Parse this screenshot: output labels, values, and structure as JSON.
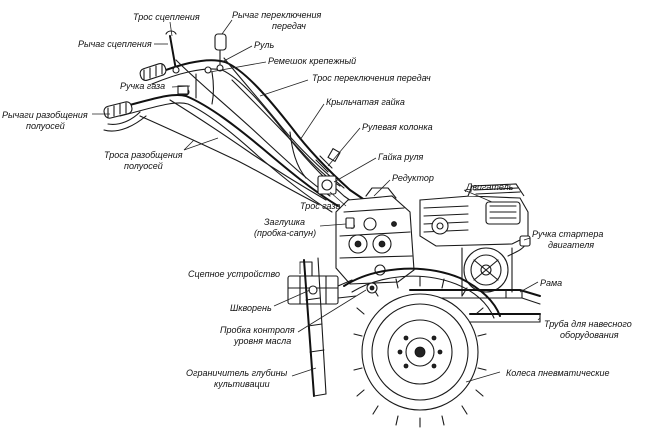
{
  "labels": {
    "clutch_cable": "Трос сцепления",
    "gear_lever_1": "Рычаг переключения",
    "gear_lever_2": "передач",
    "clutch_lever": "Рычаг сцепления",
    "handlebar": "Руль",
    "strap": "Ремешок крепежный",
    "throttle_grip": "Ручка газа",
    "gear_cable": "Трос переключения передач",
    "release_levers_1": "Рычаги разобщения",
    "release_levers_2": "полуосей",
    "wing_nut": "Крыльчатая гайка",
    "steering_column": "Рулевая колонка",
    "release_cables_1": "Троса разобщения",
    "release_cables_2": "полуосей",
    "handlebar_nut": "Гайка руля",
    "reducer": "Редуктор",
    "engine": "Двигатель",
    "throttle_cable": "Трос газа",
    "plug_1": "Заглушка",
    "plug_2": "(пробка-сапун)",
    "starter_handle_1": "Ручка стартера",
    "starter_handle_2": "двигателя",
    "hitch": "Сцепное устройство",
    "frame": "Рама",
    "kingpin": "Шкворень",
    "mount_pipe_1": "Труба для навесного",
    "mount_pipe_2": "оборудования",
    "oil_plug_1": "Пробка контроля",
    "oil_plug_2": "уровня масла",
    "depth_limiter_1": "Ограничитель глубины",
    "depth_limiter_2": "культивации",
    "wheels": "Колеса пневматические"
  },
  "colors": {
    "ink": "#111111",
    "background": "#ffffff"
  }
}
